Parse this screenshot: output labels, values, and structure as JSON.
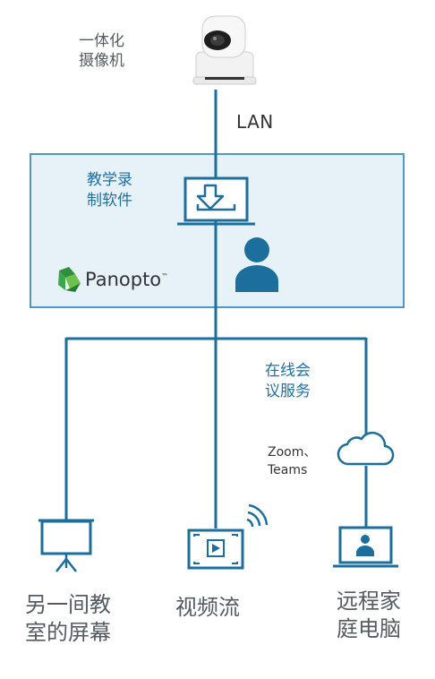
{
  "camera": {
    "label": "一体化\n摄像机",
    "icon": "ptz-camera-icon"
  },
  "network": {
    "label": "LAN"
  },
  "software": {
    "label": "教学录\n制软件",
    "icon": "laptop-download-icon"
  },
  "brand": {
    "name": "Panopto",
    "trademark": "™",
    "icon": "panopto-logo-icon"
  },
  "presenter": {
    "icon": "person-icon"
  },
  "online_service": {
    "label": "在线会\n议服务",
    "providers": "Zoom、\nTeams",
    "icon": "cloud-icon"
  },
  "outputs": [
    {
      "label": "另一间教\n室的屏幕",
      "icon": "projector-screen-icon"
    },
    {
      "label": "视频流",
      "icon": "video-stream-icon"
    },
    {
      "label": "远程家\n庭电脑",
      "icon": "laptop-user-icon"
    }
  ],
  "colors": {
    "line": "#1c6f9c",
    "panel_fill": "#e7f2f8",
    "panel_border": "#4f97c7",
    "icon_blue": "#1c6f9c",
    "brand_green": "#3aa84a",
    "text_gray": "#555b61"
  }
}
